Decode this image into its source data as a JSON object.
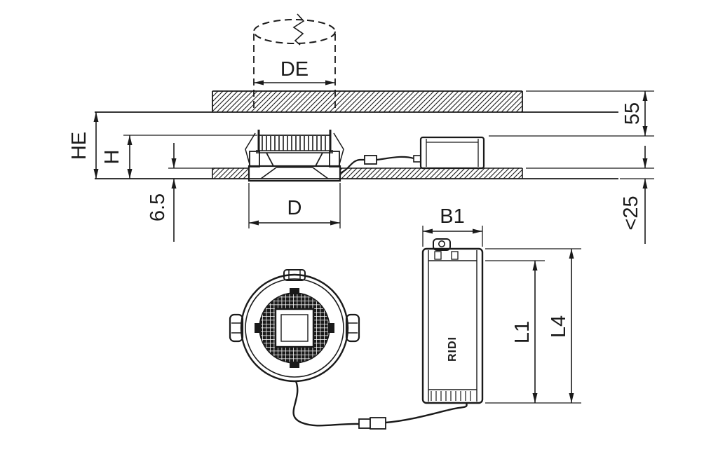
{
  "drawing": {
    "type": "technical-dimension-drawing",
    "subject": "recessed-downlight-with-driver",
    "brand": "RIDI",
    "colors": {
      "line": "#1a1a1a",
      "background": "#ffffff"
    },
    "labels": {
      "cutout_diameter": "DE",
      "recess_depth": "HE",
      "housing_height": "H",
      "trim_depth": "6.5",
      "luminaire_diameter": "D",
      "driver_width": "B1",
      "clearance_height": "55",
      "max_ceiling_thickness": "<25",
      "driver_length_inner": "L1",
      "driver_length_overall": "L4"
    }
  }
}
